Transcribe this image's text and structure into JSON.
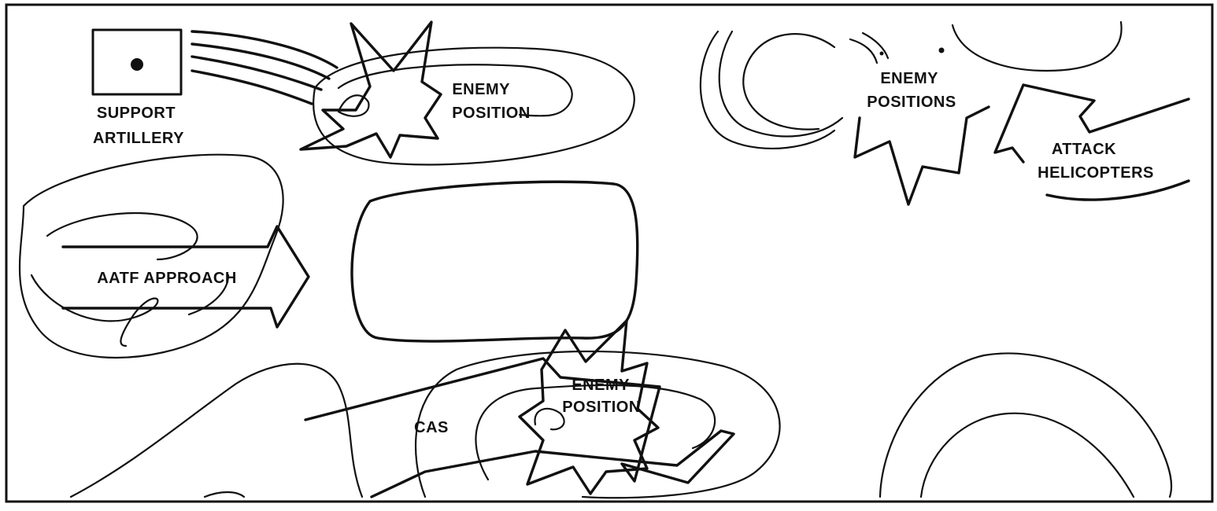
{
  "labels": {
    "support_artillery": [
      "SUPPORT",
      "ARTILLERY"
    ],
    "enemy_position_top": [
      "ENEMY",
      "POSITION"
    ],
    "enemy_positions_right": [
      "ENEMY",
      "POSITIONS"
    ],
    "attack_helicopters": [
      "ATTACK",
      "HELICOPTERS"
    ],
    "aatf_approach": "AATF APPROACH",
    "cas": "CAS",
    "enemy_position_bottom": [
      "ENEMY",
      "POSITION"
    ]
  }
}
